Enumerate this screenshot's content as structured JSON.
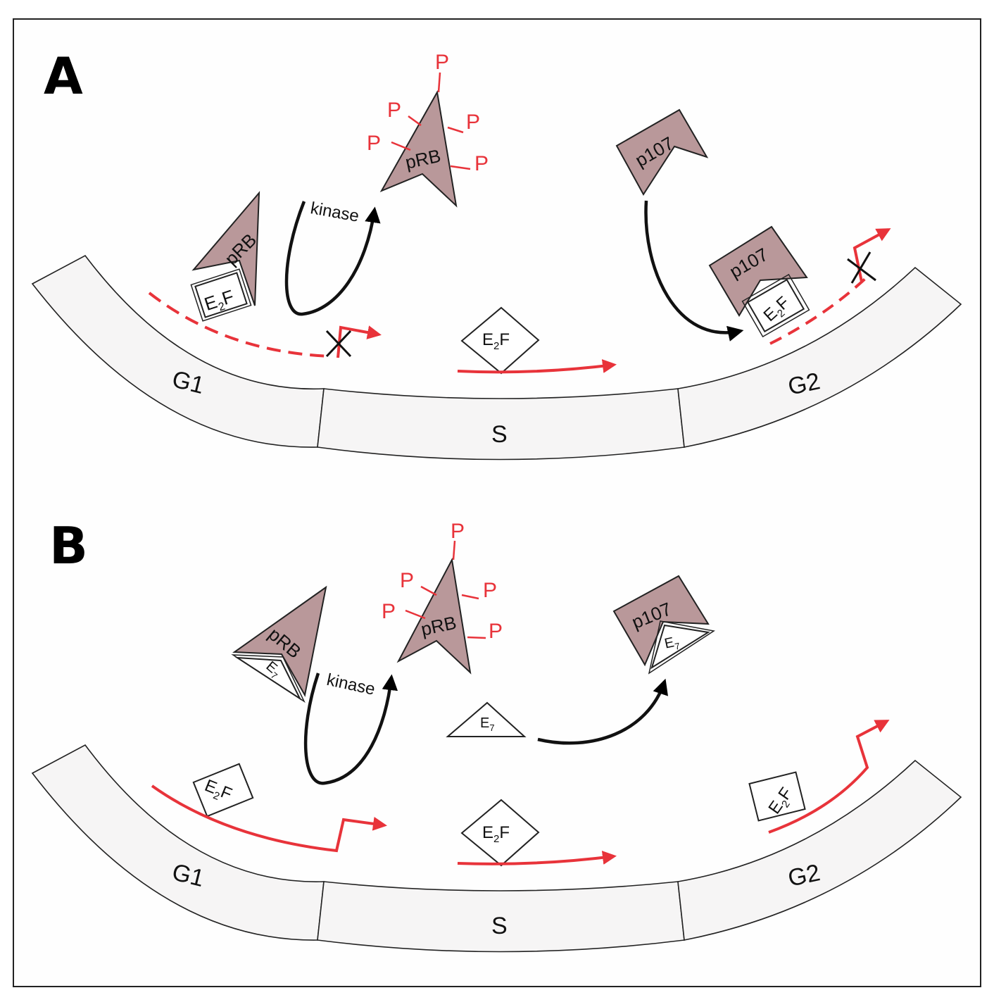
{
  "colors": {
    "band_fill": "#f6f5f5",
    "protein_fill": "#b9989a",
    "red": "#e8333a",
    "frame_bg": "#fefefe"
  },
  "panels": [
    {
      "letter": "A",
      "segments": {
        "g1": "G1",
        "s": "S",
        "g2": "G2"
      },
      "prb_bound": "pRB",
      "e2f_bound_g1": "E",
      "e2f_sub": "2",
      "e2f_suffix": "F",
      "kinase": "kinase",
      "prb_phos": "pRB",
      "phosphate": "P",
      "e2f_free": "E",
      "p107_free": "p107",
      "p107_bound": "p107",
      "e2f_bound_g2": "E"
    },
    {
      "letter": "B",
      "segments": {
        "g1": "G1",
        "s": "S",
        "g2": "G2"
      },
      "prb_bound": "pRB",
      "e7_bound_prb": "E",
      "e7_sub": "7",
      "kinase": "kinase",
      "prb_phos": "pRB",
      "phosphate": "P",
      "e7_free": "E",
      "p107_bound": "p107",
      "e7_bound_p107": "E",
      "e2f_g1": "E",
      "e2f_s": "E",
      "e2f_g2": "E",
      "e2f_sub": "2",
      "e2f_suffix": "F"
    }
  ]
}
